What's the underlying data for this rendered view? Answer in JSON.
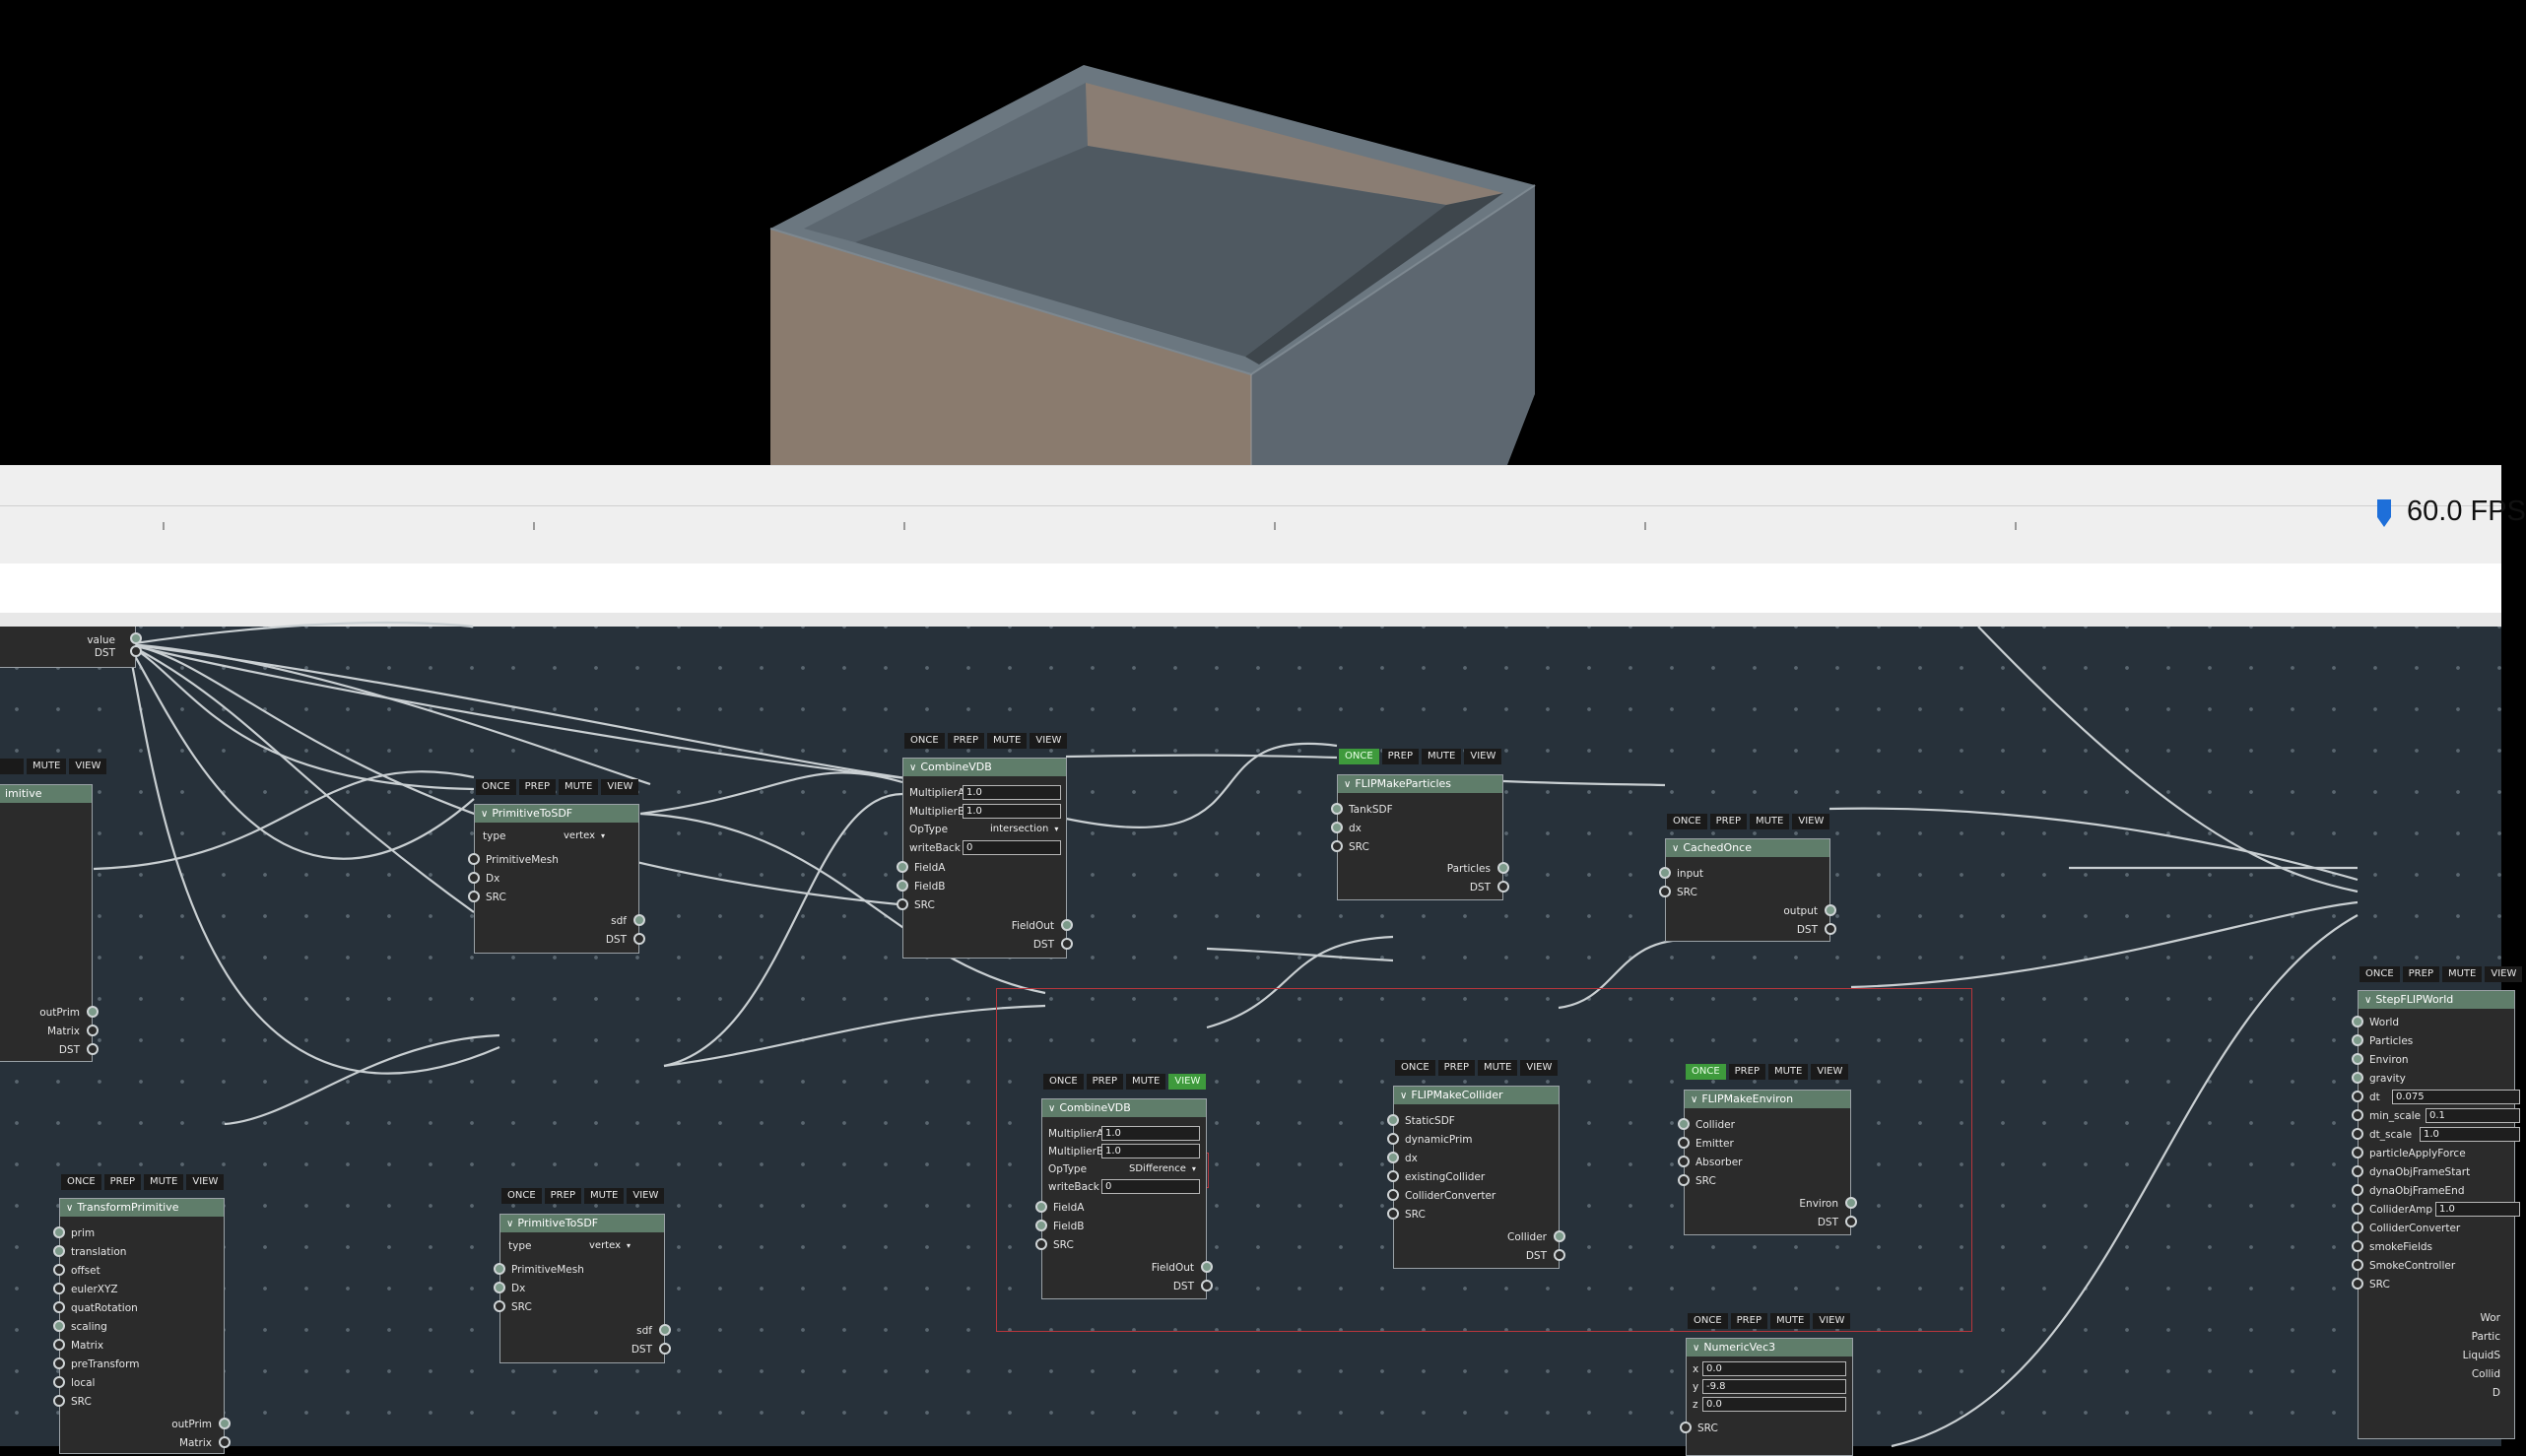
{
  "viewport": {
    "object": "tank-box-mesh"
  },
  "timeline": {
    "fps_label": "60.0 FPS"
  },
  "buttons": {
    "once": "ONCE",
    "prep": "PREP",
    "mute": "MUTE",
    "view": "VIEW"
  },
  "nodes": {
    "make_value": {
      "out_value": "value",
      "out_dst": "DST"
    },
    "make_primitive": {
      "title": "imitive",
      "out_prim": "outPrim",
      "out_matrix": "Matrix",
      "out_dst": "DST"
    },
    "prim_to_sdf_1": {
      "title": "PrimitiveToSDF",
      "type_label": "type",
      "type_value": "vertex",
      "in_mesh": "PrimitiveMesh",
      "in_dx": "Dx",
      "in_src": "SRC",
      "out_sdf": "sdf",
      "out_dst": "DST"
    },
    "combine_vdb_1": {
      "title": "CombineVDB",
      "mult_a_label": "MultiplierA",
      "mult_a": "1.0",
      "mult_b_label": "MultiplierB",
      "mult_b": "1.0",
      "optype_label": "OpType",
      "optype": "intersection",
      "writeback_label": "writeBack",
      "writeback": "0",
      "in_a": "FieldA",
      "in_b": "FieldB",
      "in_src": "SRC",
      "out_field": "FieldOut",
      "out_dst": "DST"
    },
    "flip_make_particles": {
      "title": "FLIPMakeParticles",
      "in_tank": "TankSDF",
      "in_dx": "dx",
      "in_src": "SRC",
      "out_particles": "Particles",
      "out_dst": "DST"
    },
    "cached_once": {
      "title": "CachedOnce",
      "in_input": "input",
      "in_src": "SRC",
      "out_output": "output",
      "out_dst": "DST"
    },
    "transform_primitive": {
      "title": "TransformPrimitive",
      "inputs": [
        "prim",
        "translation",
        "offset",
        "eulerXYZ",
        "quatRotation",
        "scaling",
        "Matrix",
        "preTransform",
        "local",
        "SRC"
      ],
      "out_prim": "outPrim",
      "out_matrix": "Matrix"
    },
    "prim_to_sdf_2": {
      "title": "PrimitiveToSDF",
      "type_label": "type",
      "type_value": "vertex",
      "in_mesh": "PrimitiveMesh",
      "in_dx": "Dx",
      "in_src": "SRC",
      "out_sdf": "sdf",
      "out_dst": "DST"
    },
    "combine_vdb_2": {
      "title": "CombineVDB",
      "mult_a_label": "MultiplierA",
      "mult_a": "1.0",
      "mult_b_label": "MultiplierB",
      "mult_b": "1.0",
      "optype_label": "OpType",
      "optype": "SDifference",
      "writeback_label": "writeBack",
      "writeback": "0",
      "in_a": "FieldA",
      "in_b": "FieldB",
      "in_src": "SRC",
      "out_field": "FieldOut",
      "out_dst": "DST"
    },
    "flip_make_collider": {
      "title": "FLIPMakeCollider",
      "inputs": [
        "StaticSDF",
        "dynamicPrim",
        "dx",
        "existingCollider",
        "ColliderConverter",
        "SRC"
      ],
      "out_collider": "Collider",
      "out_dst": "DST"
    },
    "flip_make_environ": {
      "title": "FLIPMakeEnviron",
      "inputs": [
        "Collider",
        "Emitter",
        "Absorber",
        "SRC"
      ],
      "out_environ": "Environ",
      "out_dst": "DST"
    },
    "numeric_vec3": {
      "title": "NumericVec3",
      "x_label": "x",
      "x": "0.0",
      "y_label": "y",
      "y": "-9.8",
      "z_label": "z",
      "z": "0.0",
      "in_src": "SRC"
    },
    "step_flip_world": {
      "title": "StepFLIPWorld",
      "inputs": [
        "World",
        "Particles",
        "Environ",
        "gravity"
      ],
      "dt_label": "dt",
      "dt": "0.075",
      "min_scale_label": "min_scale",
      "min_scale": "0.1",
      "dt_scale_label": "dt_scale",
      "dt_scale": "1.0",
      "inputs2": [
        "particleApplyForce",
        "dynaObjFrameStart",
        "dynaObjFrameEnd"
      ],
      "collider_amp_label": "ColliderAmp",
      "collider_amp": "1.0",
      "inputs3": [
        "ColliderConverter",
        "smokeFields",
        "SmokeController",
        "SRC"
      ],
      "outputs": [
        "Wor",
        "Partic",
        "LiquidS",
        "Collid",
        "D"
      ]
    }
  },
  "colors": {
    "graph_bg": "#27313a",
    "node_header": "#5f7d6a",
    "node_body": "#2b2b2b",
    "active_button": "#3e9a3c",
    "selection": "#b8363c",
    "fps_marker": "#1e6fd9"
  }
}
